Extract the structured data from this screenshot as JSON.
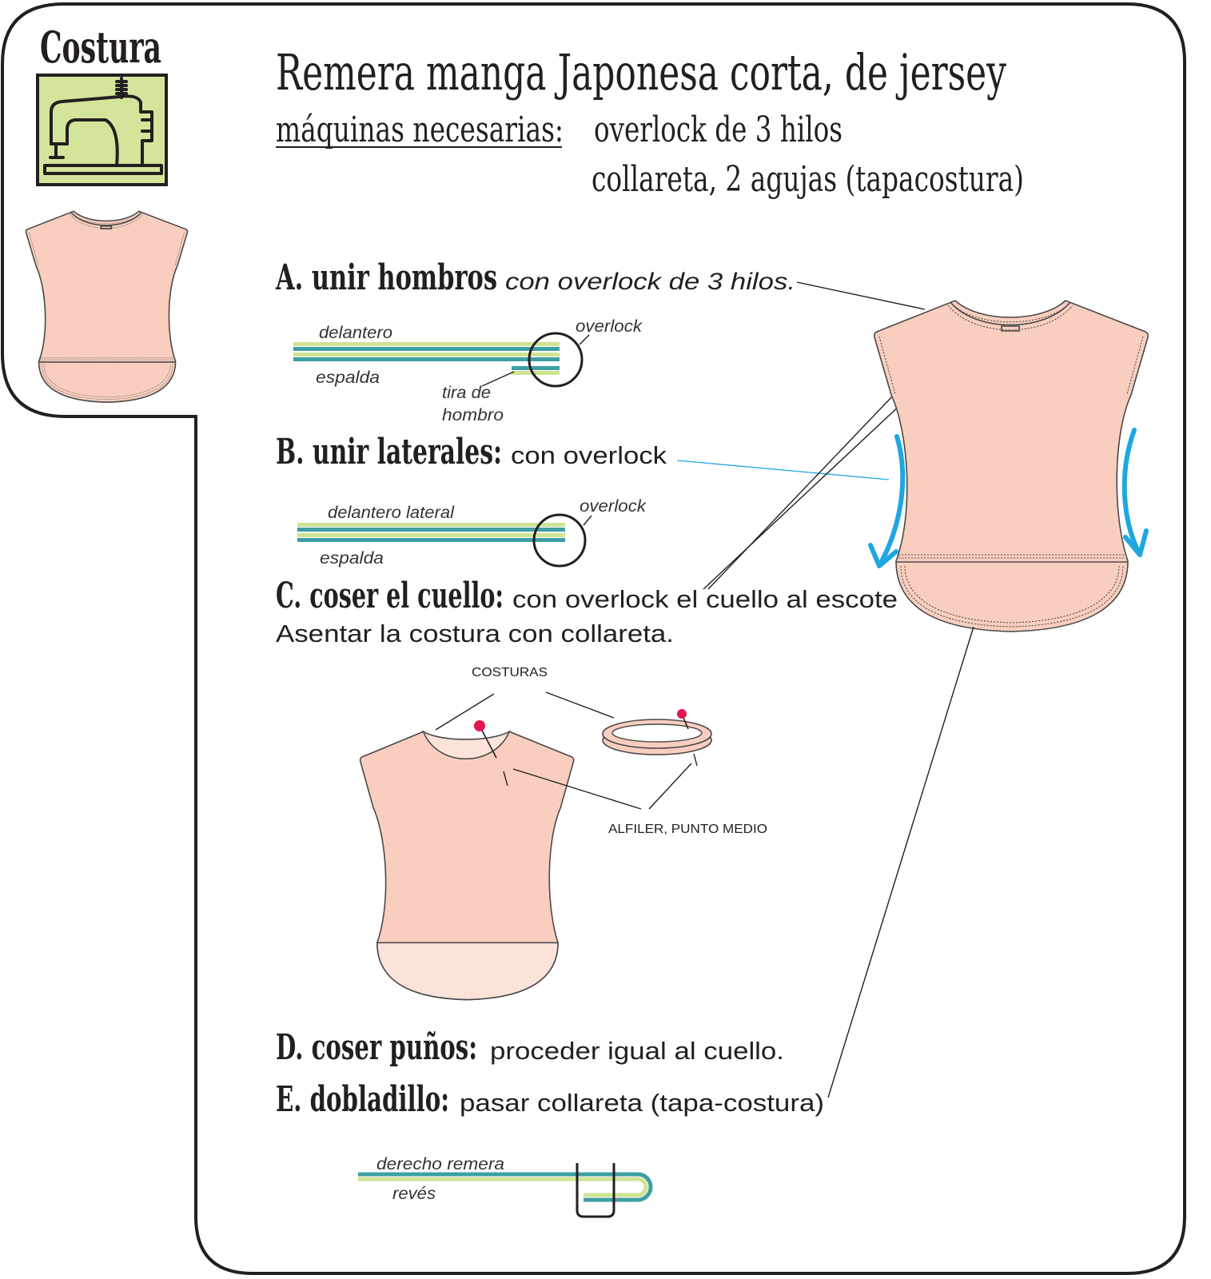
{
  "badge": {
    "label": "Costura",
    "icon": "sewing-machine-icon"
  },
  "title": "Remera manga Japonesa corta, de jersey",
  "machines": {
    "label": "máquinas necesarias:",
    "items": [
      "overlock de 3 hilos",
      "collareta, 2 agujas (tapacostura)"
    ]
  },
  "steps": [
    {
      "heading": "A. unir hombros",
      "detail": "con overlock de 3 hilos."
    },
    {
      "heading": "B. unir laterales:",
      "detail": "con overlock"
    },
    {
      "heading": "C. coser el cuello:",
      "detail": "con overlock el cuello al escote",
      "note": "Asentar la costura con collareta."
    },
    {
      "heading": "D. coser puños:",
      "detail": "proceder igual al cuello."
    },
    {
      "heading": "E. dobladillo:",
      "detail": "pasar collareta (tapa-costura)"
    }
  ],
  "diagrams": {
    "shoulder_seam": {
      "top": "delantero",
      "bottom": "espalda",
      "machine": "overlock",
      "strip": [
        "tira de",
        "hombro"
      ]
    },
    "side_seam": {
      "top": "delantero lateral",
      "bottom": "espalda",
      "machine": "overlock"
    },
    "collar": {
      "seams": "COSTURAS",
      "pin": "ALFILER, PUNTO MEDIO"
    },
    "hem": {
      "right_side": "derecho remera",
      "wrong_side": "revés"
    }
  },
  "colors": {
    "peach": "#f9cebe",
    "peach_light": "#fbe3da",
    "green": "#cfe393",
    "teal": "#3d9fa4",
    "arrow_blue": "#1ea7e1",
    "pin_red": "#e2184f",
    "badge_green": "#d3e59b",
    "outline": "#231f20"
  }
}
